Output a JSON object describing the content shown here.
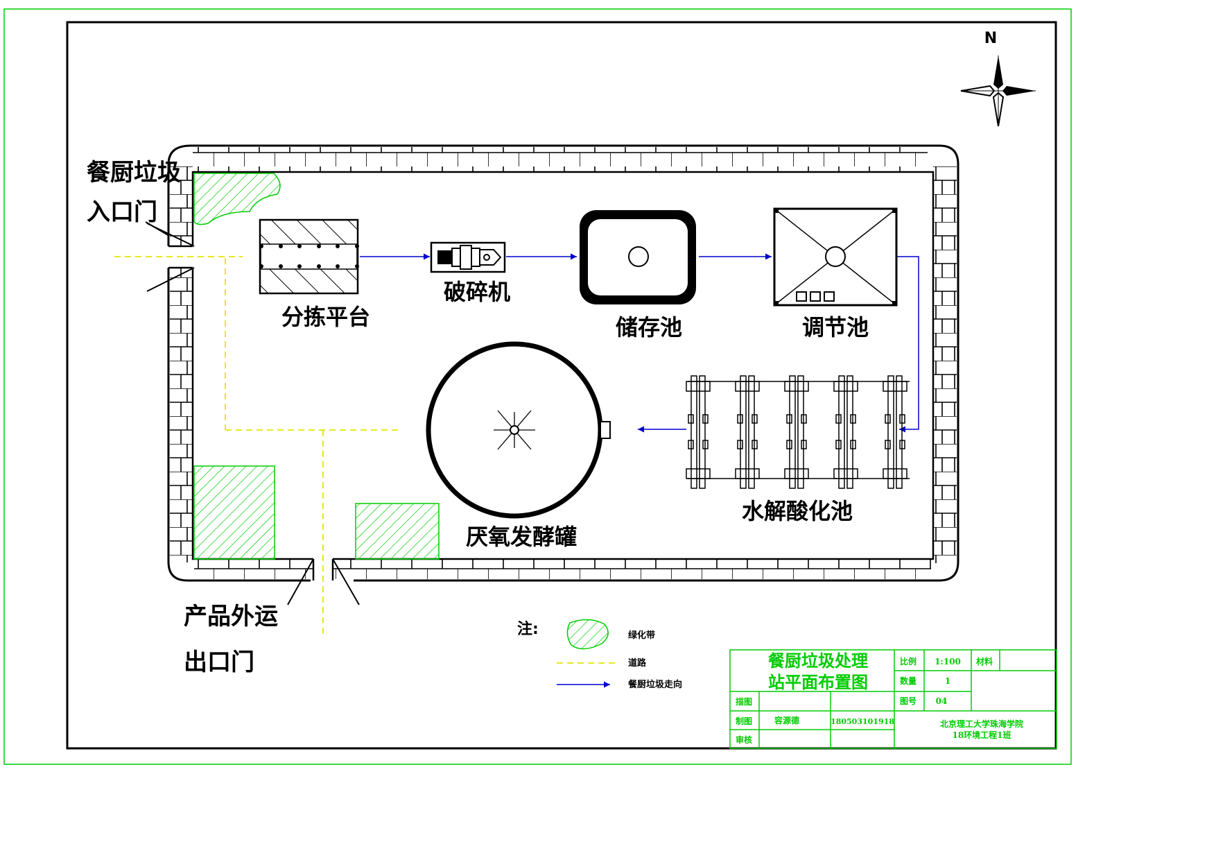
{
  "compass": {
    "north": "N"
  },
  "labels": {
    "entrance": [
      "餐厨垃圾",
      "入口门"
    ],
    "exit": [
      "产品外运",
      "出口门"
    ],
    "sorting": "分拣平台",
    "crusher": "破碎机",
    "storage": "储存池",
    "regulating": "调节池",
    "hydrolysis": "水解酸化池",
    "anaerobic": "厌氧发酵罐"
  },
  "legend": {
    "note": "注:",
    "greenbelt": "绿化带",
    "road": "道路",
    "flow": "餐厨垃圾走向"
  },
  "title_block": {
    "title_line1": "餐厨垃圾处理",
    "title_line2": "站平面布置图",
    "scale_label": "比例",
    "scale_value": "1:100",
    "material_label": "材料",
    "qty_label": "数量",
    "qty_value": "1",
    "drawing_no_label": "图号",
    "drawing_no_value": "04",
    "drawn_label": "描图",
    "made_label": "制图",
    "made_name": "容源德",
    "made_id": "180503101918",
    "review_label": "审核",
    "org_line1": "北京理工大学珠海学院",
    "org_line2": "18环境工程1班"
  },
  "colors": {
    "wall": "#000000",
    "green": "#00cc00",
    "road": "#e6e600",
    "flow": "#0000cc"
  }
}
